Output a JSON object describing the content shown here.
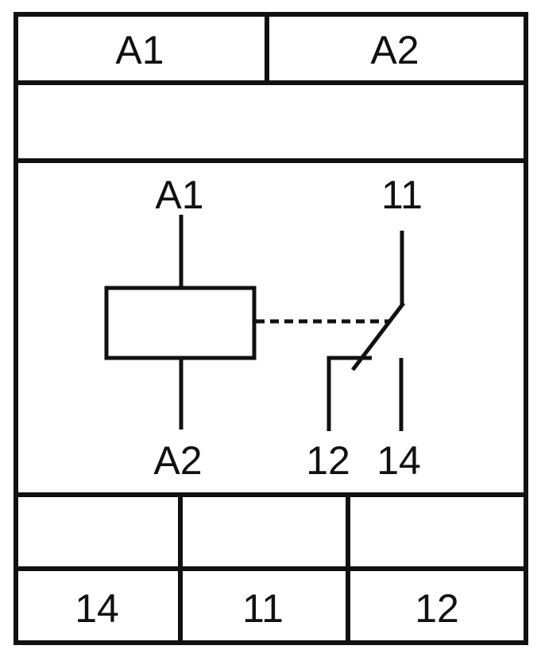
{
  "top_terminals": [
    "A1",
    "A2"
  ],
  "coil_labels": {
    "top": "A1",
    "bottom": "A2"
  },
  "contact_labels": {
    "common": "11",
    "nc": "12",
    "no": "14"
  },
  "bottom_terminals": [
    "14",
    "11",
    "12"
  ],
  "colors": {
    "line": "#111111",
    "background": "#ffffff"
  }
}
